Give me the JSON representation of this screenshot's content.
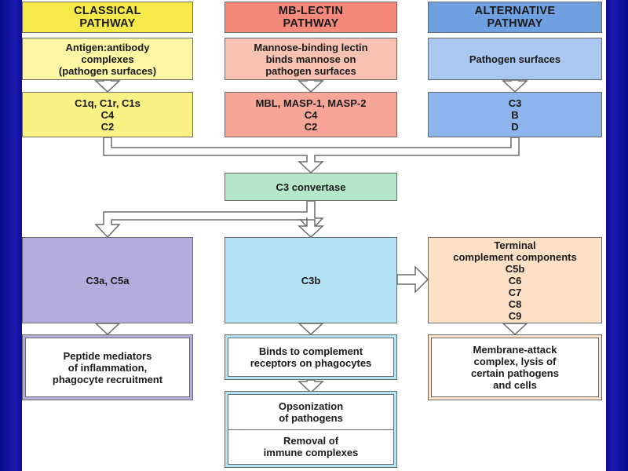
{
  "pathways": {
    "classical": {
      "header": "CLASSICAL\nPATHWAY",
      "trigger": "Antigen:antibody\ncomplexes\n(pathogen surfaces)",
      "components": "C1q, C1r, C1s\nC4\nC2"
    },
    "lectin": {
      "header": "MB-LECTIN\nPATHWAY",
      "trigger": "Mannose-binding lectin\nbinds mannose on\npathogen surfaces",
      "components": "MBL, MASP-1, MASP-2\nC4\nC2"
    },
    "alternative": {
      "header": "ALTERNATIVE\nPATHWAY",
      "trigger": "Pathogen surfaces",
      "components": "C3\nB\nD"
    }
  },
  "convertase": "C3  convertase",
  "products": {
    "c3a_c5a": "C3a,  C5a",
    "c3b": "C3b",
    "terminal": "Terminal\ncomplement components\nC5b\nC6\nC7\nC8\nC9"
  },
  "outcomes": {
    "peptide": "Peptide mediators\nof inflammation,\nphagocyte recruitment",
    "binds": "Binds to  complement\nreceptors on  phagocytes",
    "opsonization": "Opsonization\nof  pathogens",
    "removal": "Removal of\nimmune complexes",
    "mac": "Membrane-attack\ncomplex, lysis of\ncertain pathogens\nand cells"
  },
  "colors": {
    "classical": "#f5ea4a",
    "lectin": "#f4897c",
    "alternative": "#6fa0e2",
    "convertase": "#b6e6c9",
    "c3a_c5a": "#b4acdc",
    "c3b": "#b5e2f7",
    "terminal": "#fde0c6",
    "slide_background": "#0d0d96"
  }
}
